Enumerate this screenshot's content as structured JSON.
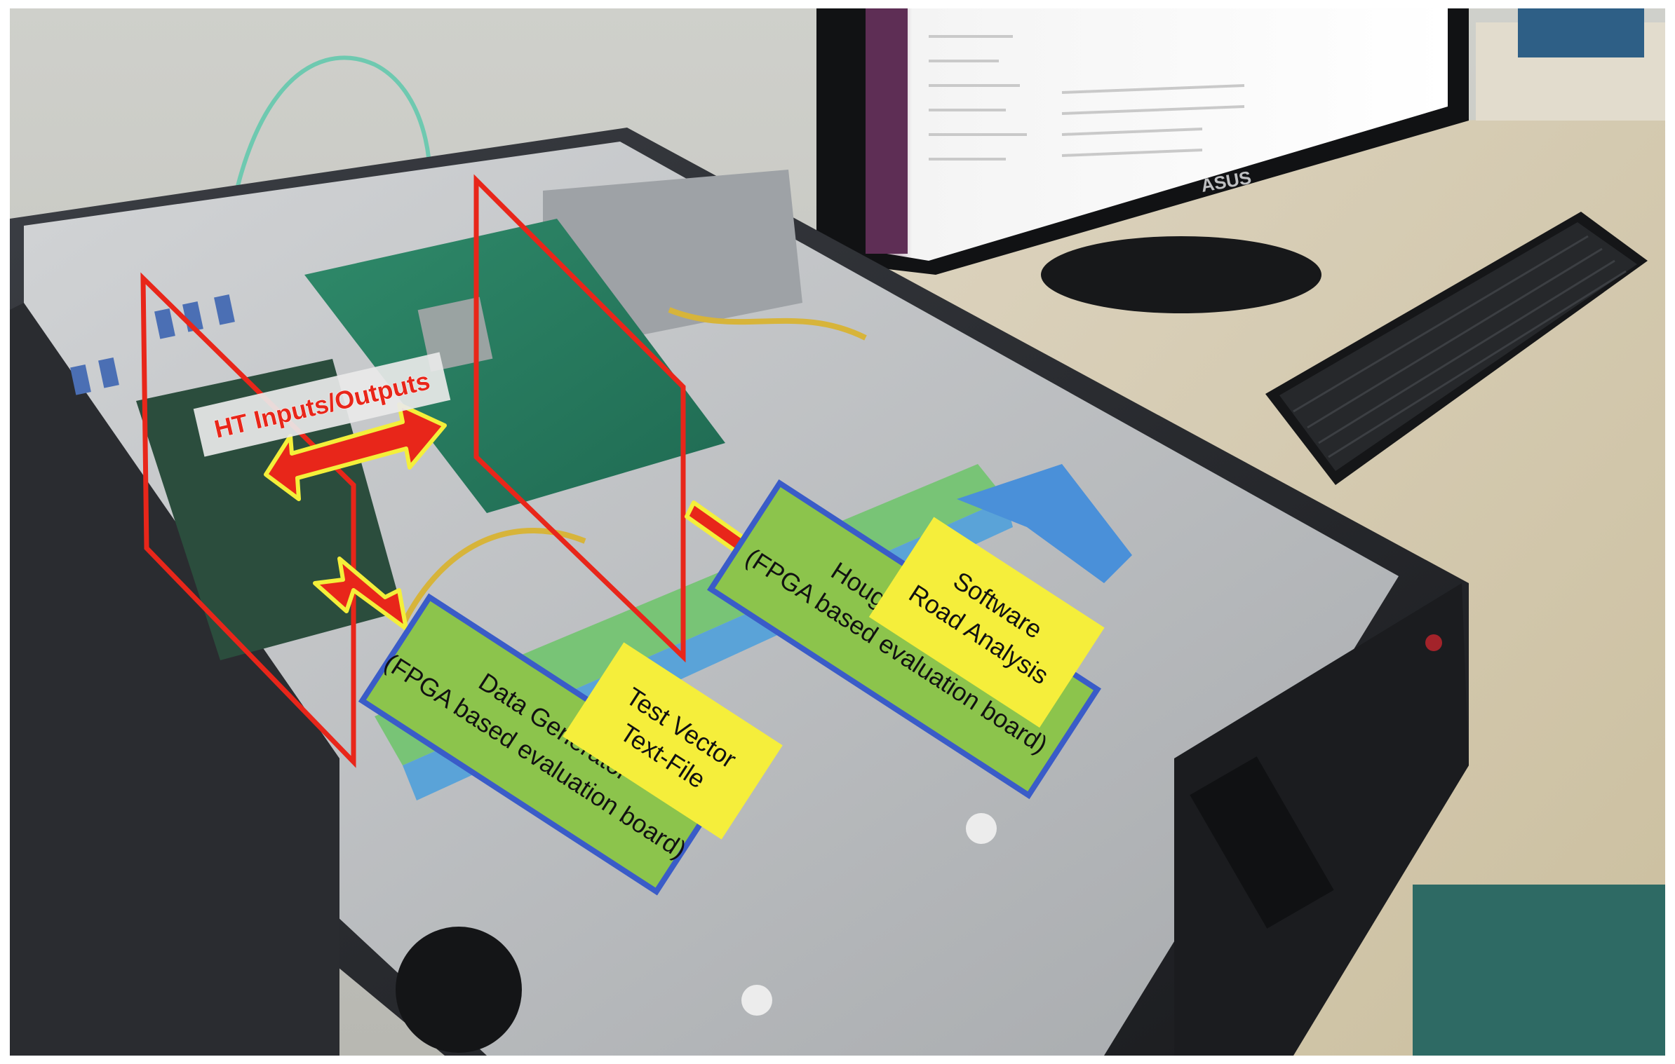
{
  "labels": {
    "ht_io": "HT Inputs/Outputs",
    "software_line1": "Software",
    "software_line2": "Road Analysis",
    "hough_line1": "Hough Transform",
    "hough_line2": "(FPGA based evaluation board)",
    "test_vector_line1": "Test Vector",
    "test_vector_line2": "Text-File",
    "data_gen_line1": "Data Generator",
    "data_gen_line2": "(FPGA based evaluation board)"
  },
  "monitor_brand": "ASUS",
  "colors": {
    "border_red": "#e8261a",
    "arrow_red": "#e8261a",
    "arrow_outline": "#f4ef3a",
    "yellow_box": "#f5ee3b",
    "green_box": "#8cc44c",
    "blue_border": "#3a5cc8"
  }
}
